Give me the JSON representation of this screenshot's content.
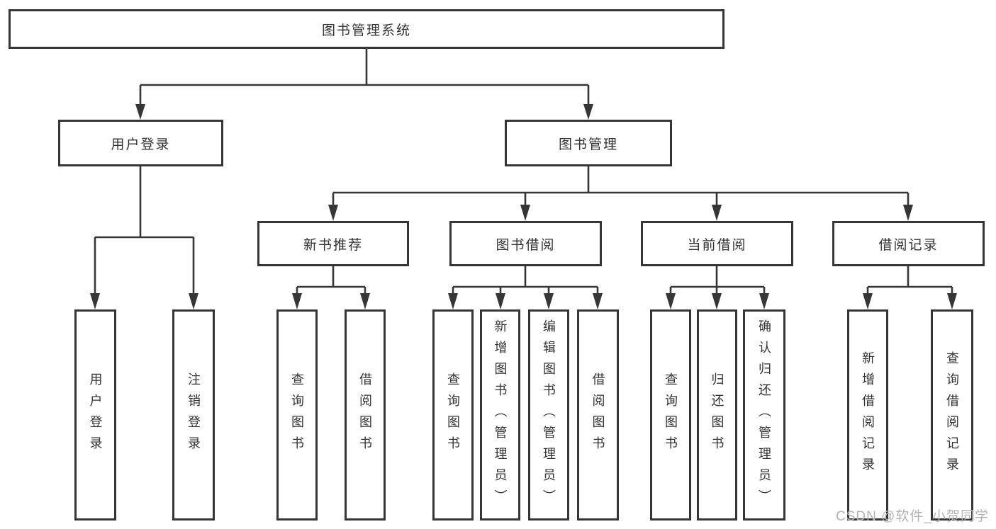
{
  "diagram": {
    "title_node": {
      "label": "图书管理系统"
    },
    "level2": [
      {
        "id": "user-login",
        "label": "用户登录"
      },
      {
        "id": "book-management",
        "label": "图书管理"
      }
    ],
    "level3": [
      {
        "id": "new-book-recommend",
        "label": "新书推荐"
      },
      {
        "id": "book-borrowing",
        "label": "图书借阅"
      },
      {
        "id": "current-borrowing",
        "label": "当前借阅"
      },
      {
        "id": "borrowing-records",
        "label": "借阅记录"
      }
    ],
    "leaves": [
      {
        "parent": "用户登录",
        "label": "用户登录"
      },
      {
        "parent": "用户登录",
        "label": "注销登录"
      },
      {
        "parent": "新书推荐",
        "label": "查询图书"
      },
      {
        "parent": "新书推荐",
        "label": "借阅图书"
      },
      {
        "parent": "图书借阅",
        "label": "查询图书"
      },
      {
        "parent": "图书借阅",
        "label": "新增图书（管理员）"
      },
      {
        "parent": "图书借阅",
        "label": "编辑图书（管理员）"
      },
      {
        "parent": "图书借阅",
        "label": "借阅图书"
      },
      {
        "parent": "当前借阅",
        "label": "查询图书"
      },
      {
        "parent": "当前借阅",
        "label": "归还图书"
      },
      {
        "parent": "当前借阅",
        "label": "确认归还（管理员）"
      },
      {
        "parent": "借阅记录",
        "label": "新增借阅记录"
      },
      {
        "parent": "借阅记录",
        "label": "查询借阅记录"
      }
    ]
  },
  "watermark": {
    "text": "CSDN @软件_小贺同学"
  },
  "colors": {
    "line": "#363636",
    "box_border": "#363636",
    "text": "#333333",
    "watermark": "#b4b4b4",
    "background": "#ffffff"
  }
}
